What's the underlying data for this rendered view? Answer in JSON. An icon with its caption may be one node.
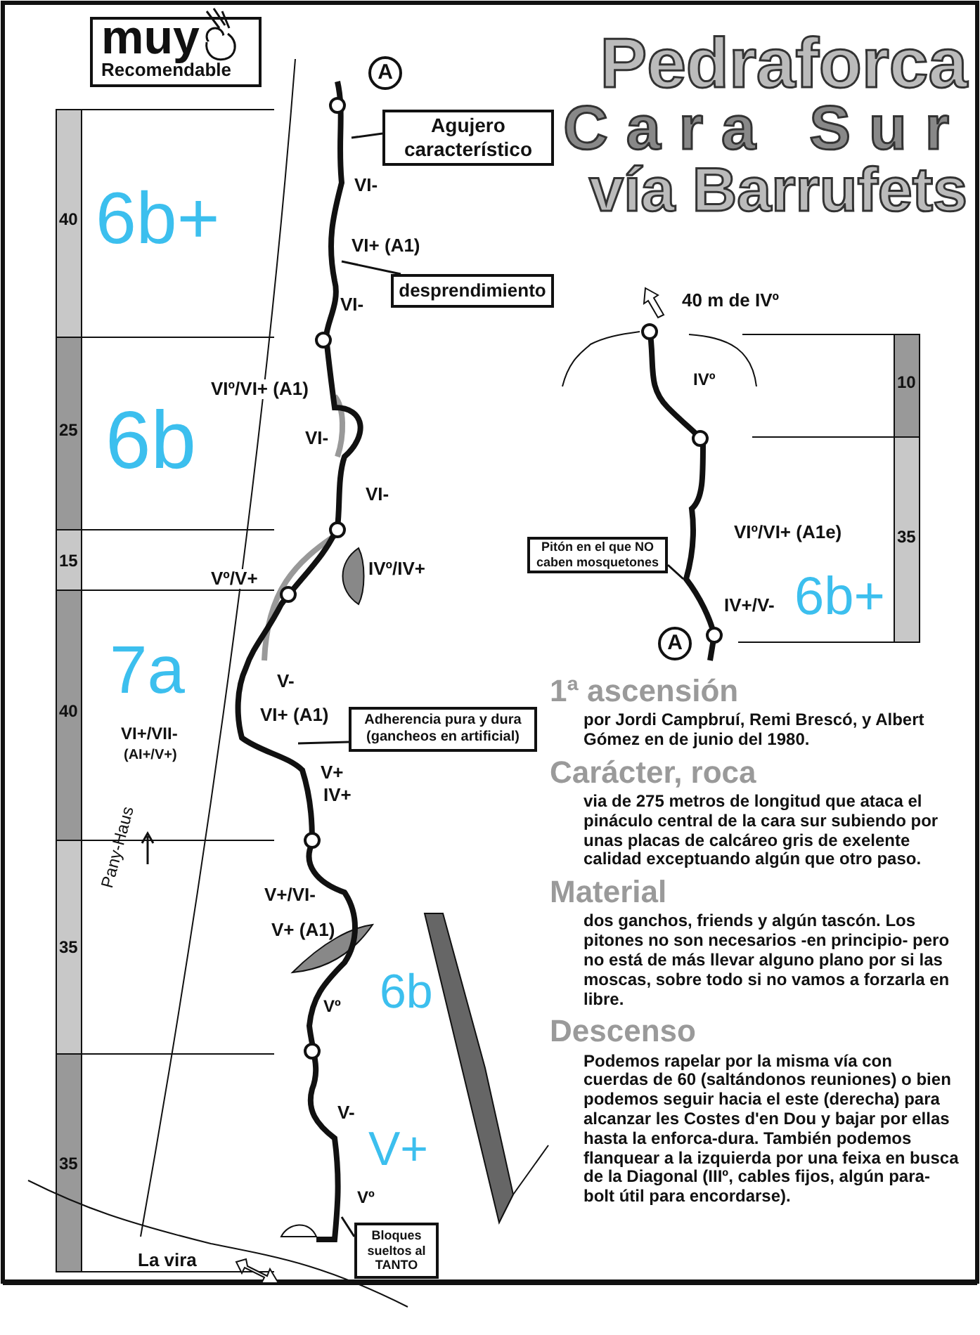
{
  "diagram": {
    "title": "Pedraforca Cara Sur vía Barrufets",
    "nodes": [
      {
        "text": [
          "Agujero característico"
        ]
      },
      {
        "text": [
          "desprendimiento"
        ]
      },
      {
        "text": [
          "Adherencia pura y dura (gancheos  en artificial)"
        ]
      },
      {
        "text": [
          "Bloques sueltos al TANTO"
        ]
      },
      {
        "text": [
          "Pitón en el que NO caben mosquetones"
        ]
      }
    ],
    "edges": [
      {
        "from": 0,
        "to": null,
        "arrow": "none"
      },
      {
        "from": 1,
        "to": null,
        "arrow": "none"
      },
      {
        "from": 2,
        "to": null,
        "arrow": "none"
      },
      {
        "from": 3,
        "to": null,
        "arrow": "none"
      },
      {
        "from": 4,
        "to": null,
        "arrow": "none"
      }
    ],
    "labels": [
      "muy",
      "Recomendable",
      "A",
      "40",
      "6b+",
      "VI-",
      "VI+ (A1)",
      "VI-",
      "25",
      "6b",
      "VIº/VI+ (A1)",
      "VI-",
      "VI-",
      "15",
      "Vº/V+",
      "IVº/IV+",
      "7a",
      "40",
      "V-",
      "VI+ (A1)",
      "V+",
      "IV+",
      "VI+/VII-",
      "(AI+/V+)",
      "Pany-Haus",
      "35",
      "V+/VI-",
      "V+ (A1)",
      "6b",
      "Vº",
      "35",
      "V-",
      "V+",
      "Vº",
      "La vira",
      "40 m de IVº",
      "IVº",
      "10",
      "VIº/VI+ (A1e)",
      "35",
      "IV+/V-",
      "6b+",
      "A",
      "1ª ascensión",
      "por Jordi Campbruí, Remi Brescó, y Albert Gómez en de junio del 1980.",
      "Carácter, roca",
      "via de 275 metros de longitud que ataca el pináculo central de la cara sur subiendo por unas placas de calcáreo gris de exelente calidad exceptuando algún que otro paso.",
      "Material",
      "dos ganchos, friends y algún tascón. Los pitones no son necesarios -en principio- pero no está de más llevar alguno plano por si las moscas, sobre todo si no vamos a forzarla en libre.",
      "Descenso",
      "Podemos rapelar por la misma vía con cuerdas de 60 (saltándonos reuniones) o bien podemos seguir hacia el este (derecha) para alcanzar les Costes d'en Dou y bajar por ellas hasta la enforca-dura. También podemos flanquear a la izquierda por una feixa en busca de la Diagonal (IIIº, cables fijos, algún para-bolt útil para encordarse)."
    ]
  }
}
